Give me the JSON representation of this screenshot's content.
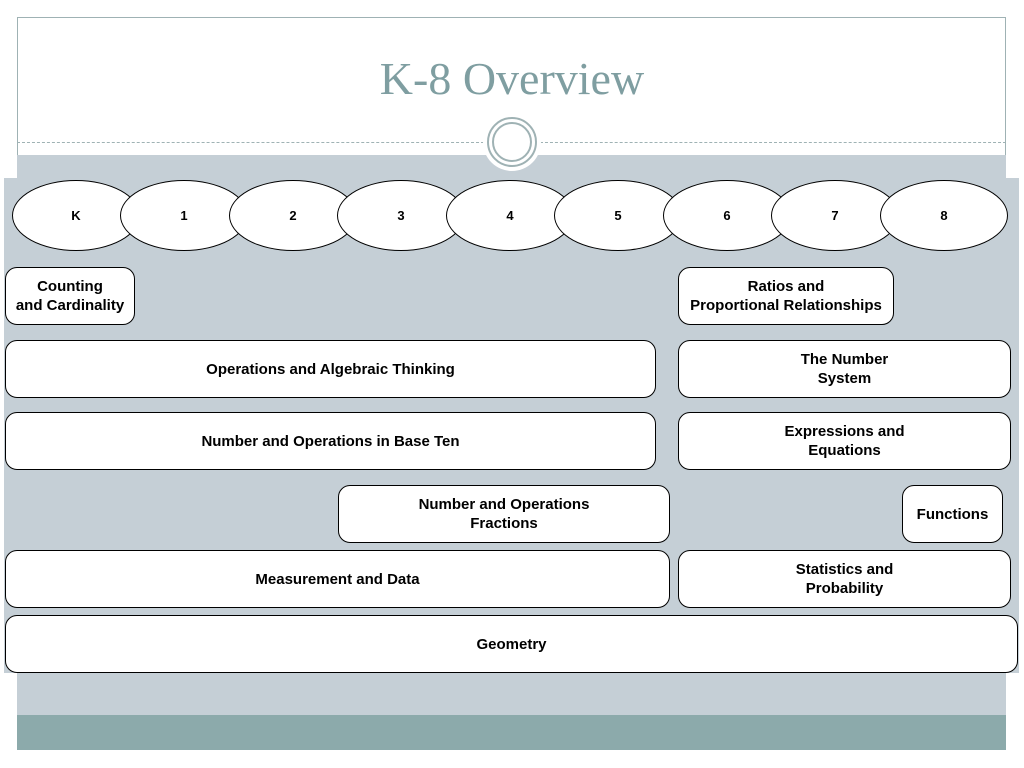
{
  "slide": {
    "title": "K-8 Overview"
  },
  "grades": [
    "K",
    "1",
    "2",
    "3",
    "4",
    "5",
    "6",
    "7",
    "8"
  ],
  "domains": {
    "counting": "Counting\nand Cardinality",
    "ratios": "Ratios and\nProportional Relationships",
    "oa": "Operations and Algebraic Thinking",
    "number_system": "The Number\nSystem",
    "nbt": "Number and Operations in Base Ten",
    "expressions": "Expressions and\nEquations",
    "fractions": "Number and Operations\nFractions",
    "functions": "Functions",
    "measurement": "Measurement and Data",
    "statistics": "Statistics and\nProbability",
    "geometry": "Geometry"
  },
  "colors": {
    "accent": "#7f9ea1",
    "band": "#c5cfd6",
    "footer": "#8caaab",
    "border": "#9fb2b4"
  }
}
